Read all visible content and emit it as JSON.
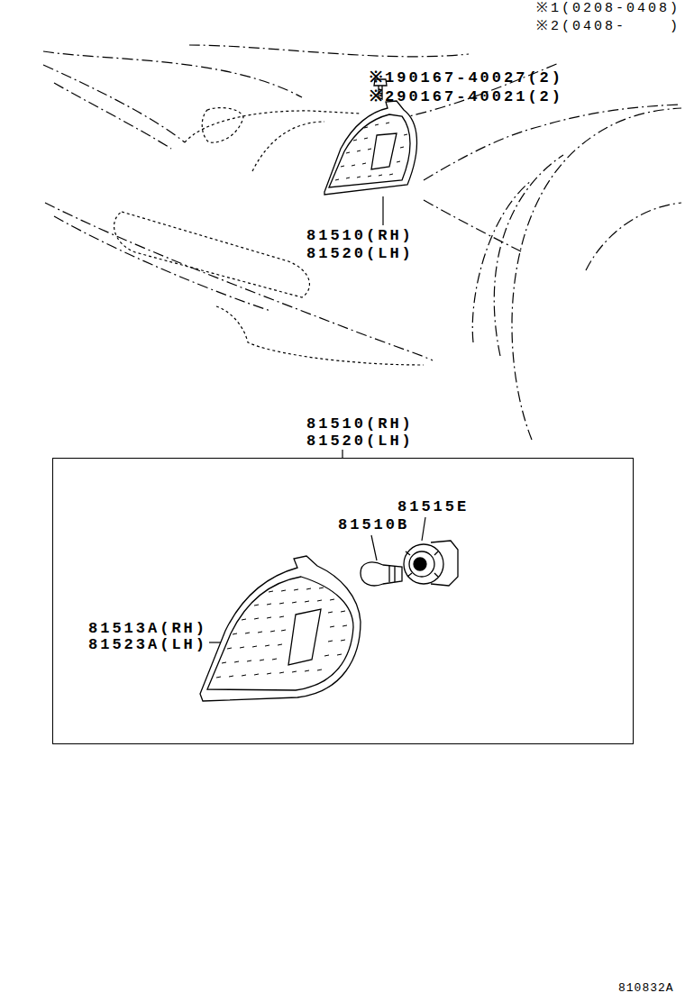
{
  "diagram": {
    "nodes": [
      {
        "text": [
          "81510(RH) 81520(LH)"
        ]
      }
    ],
    "labels": [
      "※1(0208-0408)",
      "※2(0408-    )",
      "※190167-40027(2)",
      "※290167-40021(2)",
      "81510(RH)",
      "81520(LH)",
      "81515E",
      "81510B",
      "81513A(RH)",
      "81523A(LH)",
      "810832A"
    ]
  }
}
